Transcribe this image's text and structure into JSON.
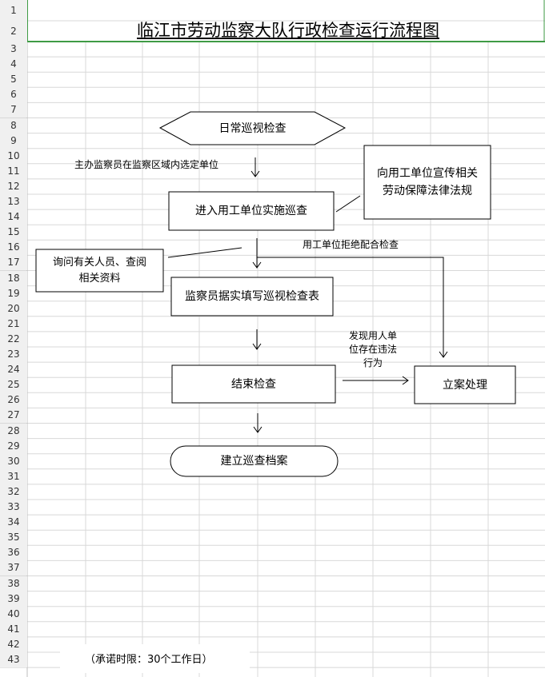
{
  "sheet": {
    "row_numbers": [
      "1",
      "2",
      "3",
      "4",
      "5",
      "6",
      "7",
      "8",
      "9",
      "10",
      "11",
      "12",
      "13",
      "14",
      "15",
      "16",
      "17",
      "18",
      "19",
      "20",
      "21",
      "22",
      "23",
      "24",
      "25",
      "26",
      "27",
      "28",
      "29",
      "30",
      "31",
      "32",
      "33",
      "34",
      "35",
      "36",
      "37",
      "38",
      "39",
      "40",
      "41",
      "42",
      "43"
    ]
  },
  "title": "临江市劳动监察大队行政检查运行流程图",
  "flow": {
    "start": "日常巡视检查",
    "select_note": "主办监察员在监察区域内选定单位",
    "enter": "进入用工单位实施巡查",
    "publicize_line1": "向用工单位宣传相关",
    "publicize_line2": "劳动保障法律法规",
    "inquiry_line1": "询问有关人员、查阅",
    "inquiry_line2": "相关资料",
    "refuse_note": "用工单位拒绝配合检查",
    "fill_form": "监察员据实填写巡视检查表",
    "violation_line1": "发现用人单",
    "violation_line2": "位存在违法",
    "violation_line3": "行为",
    "end_check": "结束检查",
    "file_case": "立案处理",
    "archive": "建立巡查档案"
  },
  "footer": {
    "deadline": "（承诺时限：30个工作日）"
  }
}
